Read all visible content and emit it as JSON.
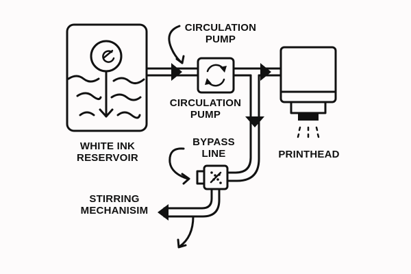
{
  "diagram": {
    "labels": {
      "circulation_pump_top": "CIRCULATION\nPUMP",
      "circulation_pump_bottom": "CIRCULATION\nPUMP",
      "printhead": "PRINTHEAD",
      "reservoir": "WHITE INK\nRESERVOIR",
      "bypass_line": "BYPASS\nLINE",
      "stirring_mechanism": "STIRRING\nMECHANISIM"
    },
    "colors": {
      "ink": "#111111",
      "background": "#fdfbfb"
    }
  }
}
